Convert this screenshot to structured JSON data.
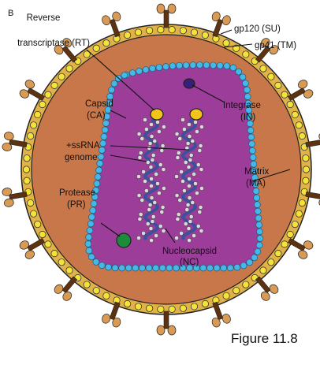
{
  "panel_letter": "B",
  "figure_caption": "Figure 11.8",
  "labels": {
    "gp120": "gp120 (SU)",
    "gp41": "gp41 (TM)",
    "rt_line1": "Reverse",
    "rt_line2": "transcriptase (RT)",
    "capsid_line1": "Capsid",
    "capsid_line2": "(CA)",
    "integrase_line1": "Integrase",
    "integrase_line2": "(IN)",
    "ssrna_line1": "+ssRNA",
    "ssrna_line2": "genome",
    "matrix_line1": "Matrix",
    "matrix_line2": "(MA)",
    "protease_line1": "Protease",
    "protease_line2": "(PR)",
    "nc_line1": "Nucleocapsid",
    "nc_line2": "(NC)"
  },
  "colors": {
    "matrix_fill": "#c8774a",
    "membrane_yellow": "#f2e23a",
    "capsid_blue": "#45b8e8",
    "capsid_purple": "#9b3d99",
    "rna_blue": "#3f4f9a",
    "nc_beads": "#d9d9d9",
    "spike_brown": "#5c3210",
    "spike_tan": "#d99a55",
    "rt_yellow": "#f3c51a",
    "integrase_purple": "#3a1f7a",
    "protease_green": "#1e8a3c"
  }
}
